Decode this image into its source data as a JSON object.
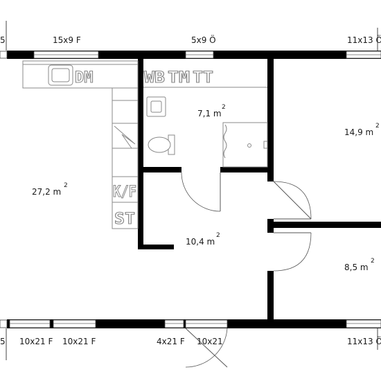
{
  "floor_plan": {
    "rooms": [
      {
        "id": "living",
        "area": "27,2 m",
        "unit_power": "2"
      },
      {
        "id": "bathroom",
        "area": "7,1 m",
        "unit_power": "2"
      },
      {
        "id": "bedroom_top_right",
        "area": "14,9 m",
        "unit_power": "2"
      },
      {
        "id": "hall",
        "area": "10,4 m",
        "unit_power": "2"
      },
      {
        "id": "bedroom_bottom_right",
        "area": "8,5 m",
        "unit_power": "2"
      }
    ],
    "openings_top": [
      "15x9 F",
      "5x9 Ö",
      "11x13 Ö"
    ],
    "openings_bottom": [
      "10x21 F",
      "10x21 F",
      "4x21 F",
      "10x21",
      "11x13 Ö"
    ],
    "edge_labels": [
      "5",
      "5"
    ],
    "fixture_codes": {
      "dishwasher": "DM",
      "washing_machine": "WB",
      "tumble_dryer": "TM",
      "drying_cabinet": "TT",
      "fridge_freezer": "K/F",
      "wardrobe": "ST"
    }
  }
}
